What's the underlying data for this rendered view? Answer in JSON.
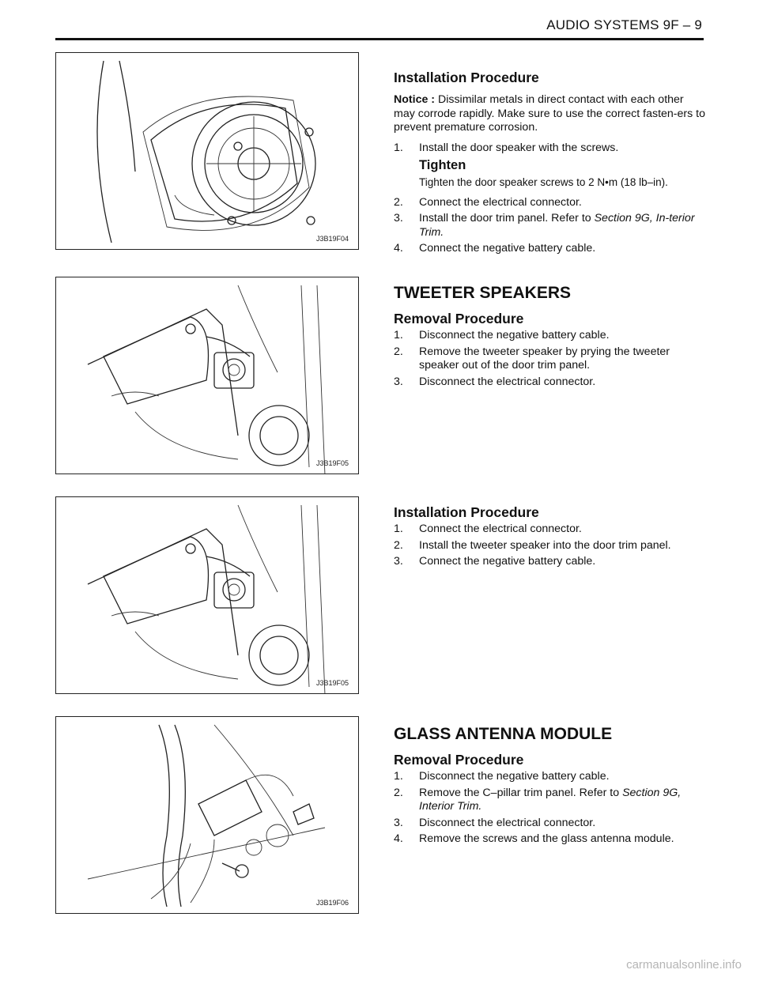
{
  "header": {
    "title": "AUDIO SYSTEMS  9F – 9"
  },
  "figures": [
    {
      "label": "J3B19F04"
    },
    {
      "label": "J3B19F05"
    },
    {
      "label": "J3B19F05"
    },
    {
      "label": "J3B19F06"
    }
  ],
  "section1": {
    "heading": "Installation Procedure",
    "notice_label": "Notice :",
    "notice_text": " Dissimilar metals in direct contact with each other may corrode rapidly. Make sure to use the correct fasten-ers to prevent premature corrosion.",
    "step1": {
      "num": "1.",
      "text": "Install the door speaker with the screws."
    },
    "tighten_title": "Tighten",
    "tighten_text": "Tighten the door speaker screws to 2 N•m (18 lb–in).",
    "step2": {
      "num": "2.",
      "text": "Connect the electrical connector."
    },
    "step3": {
      "num": "3.",
      "text": "Install the door trim panel. Refer to ",
      "ref": "Section 9G, In-terior Trim."
    },
    "step4": {
      "num": "4.",
      "text": "Connect the negative battery cable."
    }
  },
  "section2": {
    "title": "TWEETER SPEAKERS",
    "heading": "Removal Procedure",
    "steps": [
      {
        "num": "1.",
        "text": "Disconnect the negative battery cable."
      },
      {
        "num": "2.",
        "text": "Remove the tweeter speaker by prying the tweeter speaker out of the door trim panel."
      },
      {
        "num": "3.",
        "text": "Disconnect the electrical connector."
      }
    ]
  },
  "section3": {
    "heading": "Installation Procedure",
    "steps": [
      {
        "num": "1.",
        "text": "Connect the electrical connector."
      },
      {
        "num": "2.",
        "text": "Install the tweeter speaker into the door trim panel."
      },
      {
        "num": "3.",
        "text": "Connect the negative battery cable."
      }
    ]
  },
  "section4": {
    "title": "GLASS ANTENNA MODULE",
    "heading": "Removal Procedure",
    "step1": {
      "num": "1.",
      "text": "Disconnect the negative battery cable."
    },
    "step2": {
      "num": "2.",
      "text": "Remove the C–pillar trim panel. Refer to ",
      "ref": "Section 9G, Interior Trim."
    },
    "step3": {
      "num": "3.",
      "text": "Disconnect the electrical connector."
    },
    "step4": {
      "num": "4.",
      "text": "Remove the screws and the glass antenna module."
    }
  },
  "watermark": "carmanualsonline.info"
}
